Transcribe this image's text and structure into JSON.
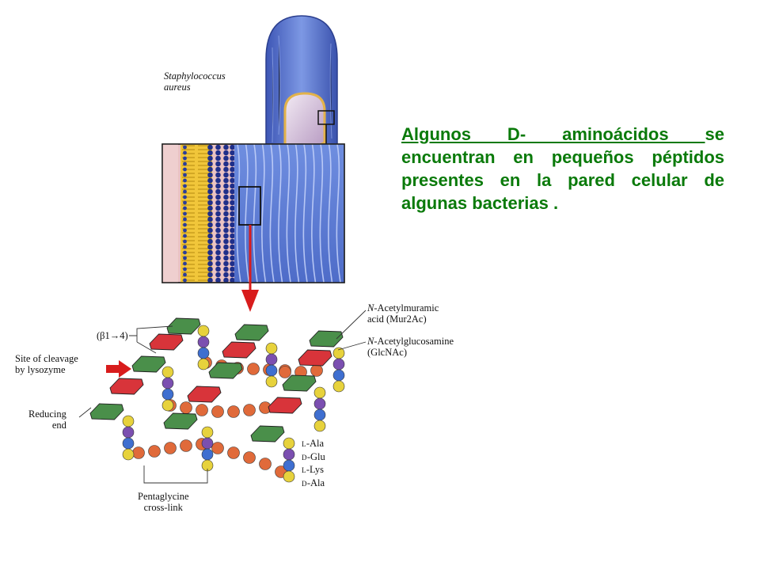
{
  "organism": {
    "line1": "Staphylococcus",
    "line2": "aureus"
  },
  "labels": {
    "murnac_1": "N-Acetylmuramic",
    "murnac_2": "acid (Mur2Ac)",
    "glcnac_1": "N-Acetylglucosamine",
    "glcnac_2": "(GlcNAc)",
    "linkage": "(β1→4)",
    "cleavage_1": "Site of cleavage",
    "cleavage_2": "by lysozyme",
    "reducing_1": "Reducing",
    "reducing_2": "end",
    "crosslink_1": "Pentaglycine",
    "crosslink_2": "cross-link",
    "peptide": [
      {
        "prefix": "L",
        "name": "-Ala"
      },
      {
        "prefix": "D",
        "name": "-Glu"
      },
      {
        "prefix": "L",
        "name": "-Lys"
      },
      {
        "prefix": "D",
        "name": "-Ala"
      }
    ]
  },
  "caption": {
    "underlined": "Algunos D- aminoácidos ",
    "rest": "se encuentran en pequeños péptidos presentes en la pared celular de algunas bacterias ."
  },
  "colors": {
    "caption_text": "#0a7a0a",
    "glcnac": "#4a8f4a",
    "murnac": "#d8343a",
    "ala": "#e7d23c",
    "glu": "#7b4fb0",
    "lys": "#3f6fd0",
    "glycine": "#e06a3a",
    "cell": "#5a78cc",
    "arrow": "#d81c1c"
  },
  "icons": [
    "bacterium-cell",
    "membrane-cross-section",
    "zoom-box",
    "zoom-arrow",
    "cleavage-arrow"
  ]
}
